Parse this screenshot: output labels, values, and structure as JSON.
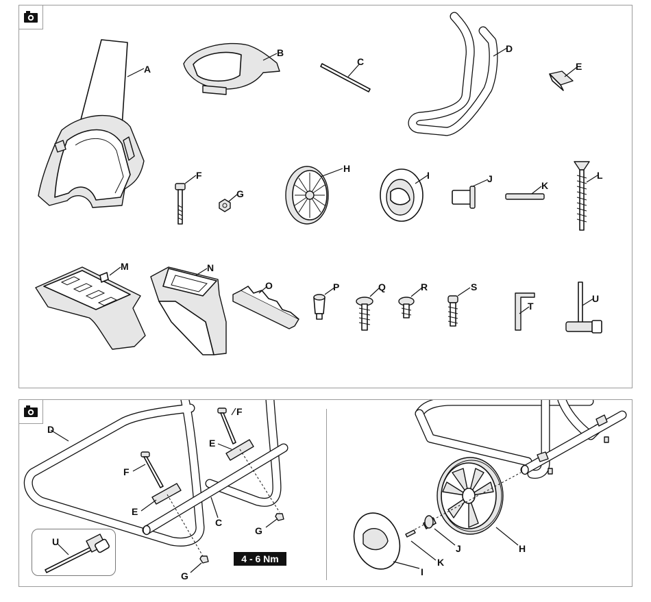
{
  "top_panel": {
    "camera_icon": "camera-icon",
    "parts": [
      "A",
      "B",
      "C",
      "D",
      "E",
      "F",
      "G",
      "H",
      "I",
      "J",
      "K",
      "L",
      "M",
      "N",
      "O",
      "P",
      "Q",
      "R",
      "S",
      "T",
      "U"
    ]
  },
  "bottom_panel": {
    "camera_icon": "camera-icon",
    "left_labels": {
      "D": "D",
      "F1": "F",
      "F2": "F",
      "E1": "E",
      "E2": "E",
      "C": "C",
      "G1": "G",
      "G2": "G",
      "U": "U"
    },
    "torque": "4 - 6 Nm",
    "right_labels": {
      "H": "H",
      "I": "I",
      "J": "J",
      "K": "K"
    }
  }
}
